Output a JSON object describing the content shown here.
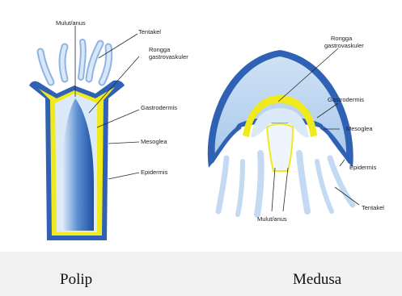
{
  "polip": {
    "labels": {
      "mouth": "Mulut/anus",
      "tentacle": "Tentakel",
      "cavity_line1": "Rongga",
      "cavity_line2": "gastrovaskuler",
      "gastrodermis": "Gastrodermis",
      "mesoglea": "Mesoglea",
      "epidermis": "Epidermis"
    },
    "caption": "Polip"
  },
  "medusa": {
    "labels": {
      "cavity_line1": "Rongga",
      "cavity_line2": "gastrovaskuler",
      "gastrodermis": "Gastrodermis",
      "mesoglea": "Mesoglea",
      "epidermis": "Epidermis",
      "tentacle": "Tentakel",
      "mouth": "Mulut/anus"
    },
    "caption": "Medusa"
  },
  "colors": {
    "epidermis": "#2f62b5",
    "mesoglea": "#f0ea1c",
    "gastrodermis_light": "#c6dcf2",
    "cavity": "#2f62b5",
    "tentacle": "#aecdee",
    "caption_band": "#f1f1f1"
  }
}
